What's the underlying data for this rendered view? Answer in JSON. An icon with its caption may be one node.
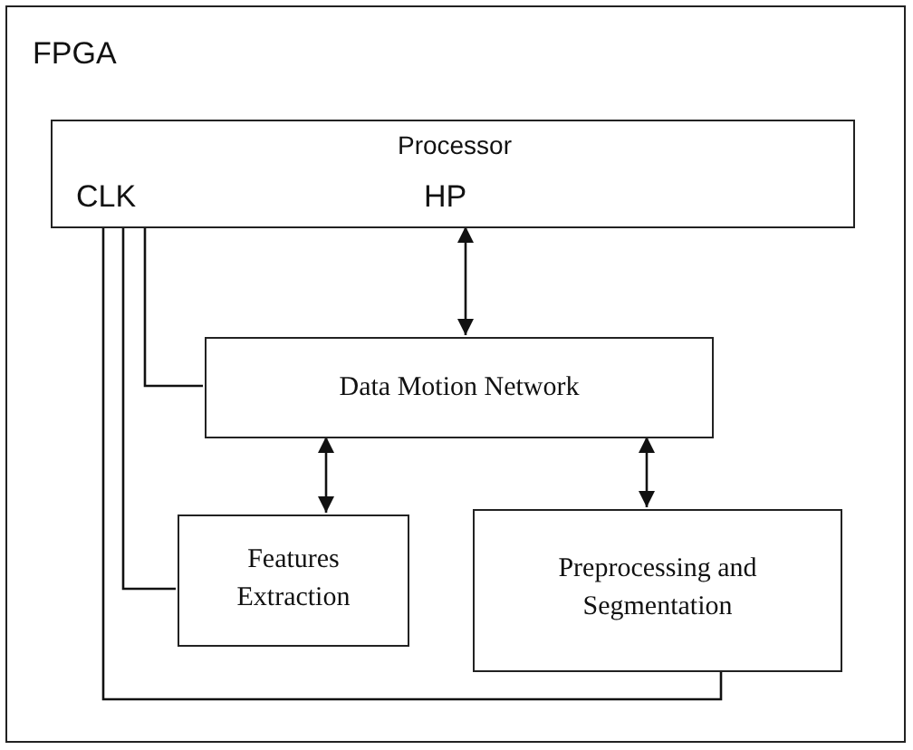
{
  "diagram": {
    "nodes": [
      {
        "text": [
          "FPGA"
        ]
      },
      {
        "text": [
          "Processor",
          "CLK",
          "HP"
        ],
        "in": 0
      },
      {
        "text": [
          "Data Motion Network"
        ],
        "in": 0
      },
      {
        "text": [
          "Features Extraction"
        ],
        "in": 0
      },
      {
        "text": [
          "Preprocessing and Segmentation"
        ],
        "in": 0
      }
    ],
    "edges": [
      {
        "from": 1,
        "to": 2,
        "arrow": "both"
      },
      {
        "from": 2,
        "to": 3,
        "arrow": "both"
      },
      {
        "from": 2,
        "to": 4,
        "arrow": "both"
      },
      {
        "from": 1,
        "to": 2,
        "arrow": "none"
      },
      {
        "from": 1,
        "to": 3,
        "arrow": "none"
      },
      {
        "from": 1,
        "to": 4,
        "arrow": "none"
      }
    ]
  }
}
